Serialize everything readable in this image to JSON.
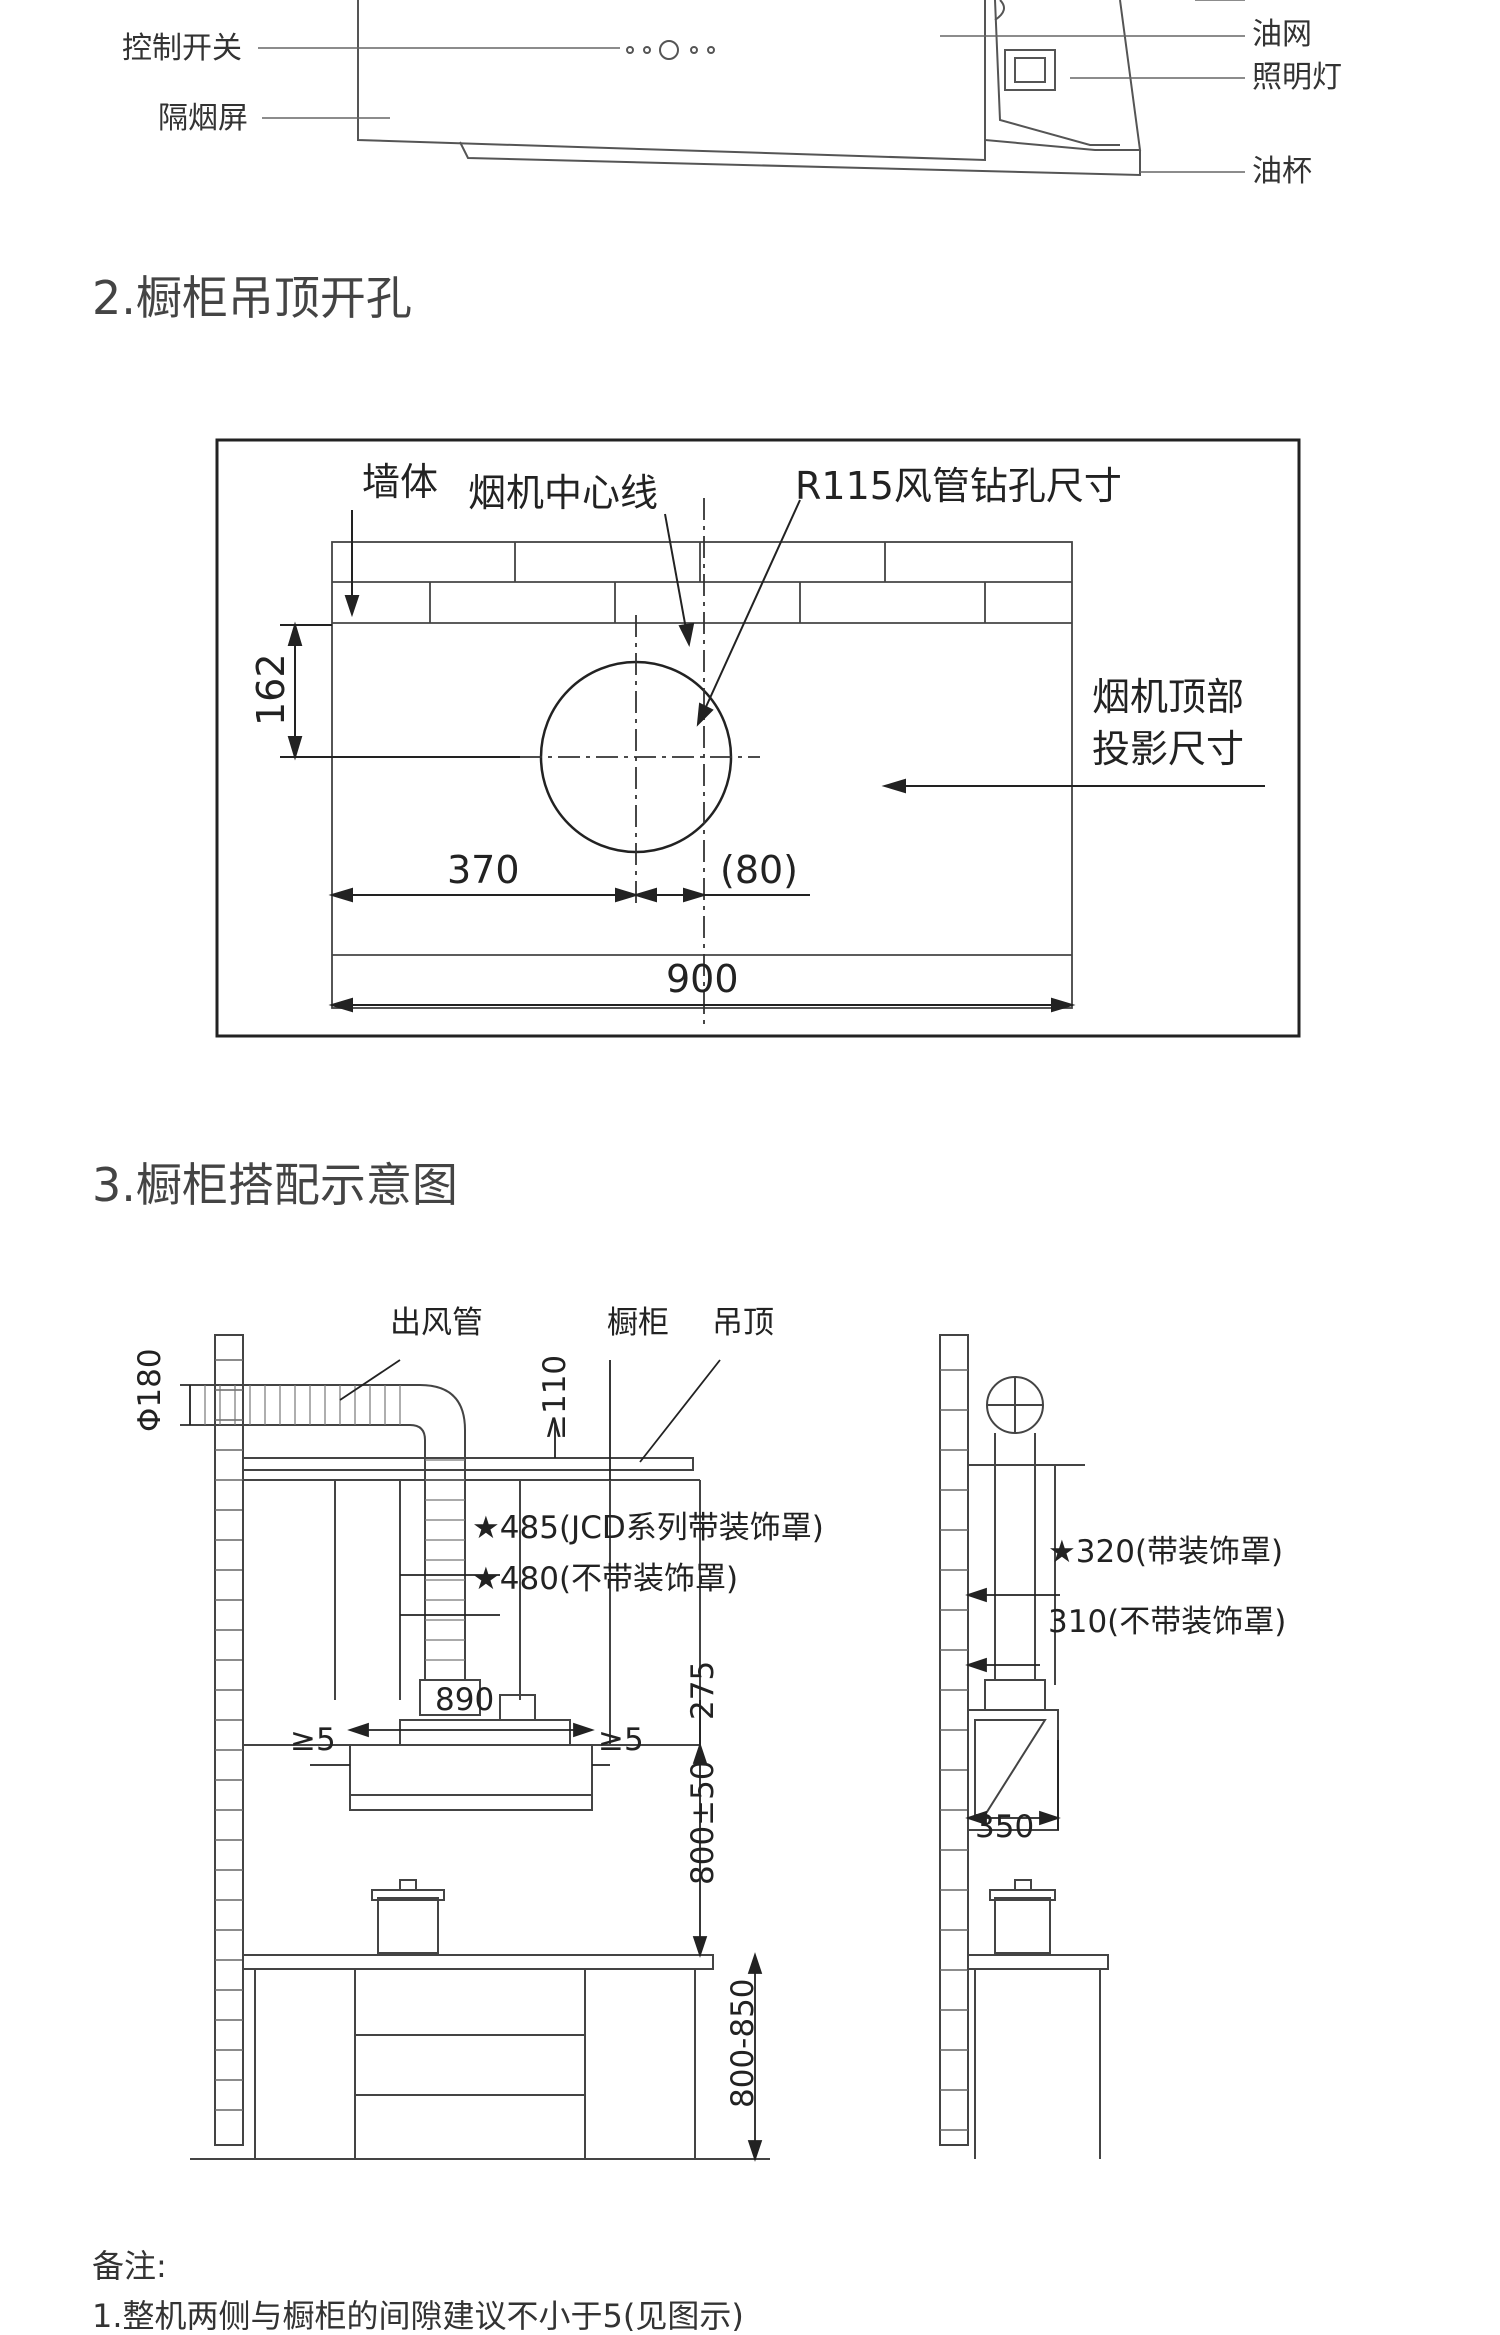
{
  "hood_parts": {
    "control_switch": "控制开关",
    "smoke_screen": "隔烟屏",
    "oil_net": "油网",
    "light": "照明灯",
    "oil_cup": "油杯"
  },
  "section2": {
    "title": "2.橱柜吊顶开孔",
    "wall": "墙体",
    "center_line": "烟机中心线",
    "drill": "R115风管钻孔尺寸",
    "projection_line1": "烟机顶部",
    "projection_line2": "投影尺寸",
    "dim_162": "162",
    "dim_370": "370",
    "dim_80": "(80)",
    "dim_900": "900"
  },
  "section3": {
    "title": "3.橱柜搭配示意图",
    "duct": "出风管",
    "cabinet": "橱柜",
    "ceiling": "吊顶",
    "phi180": "Φ180",
    "ge110": "≥110",
    "d485": "★485(JCD系列带装饰罩)",
    "d480": "★480(不带装饰罩)",
    "d890": "890",
    "d275": "275",
    "ge5_left": "≥5",
    "ge5_right": "≥5",
    "d800_50": "800±50",
    "d800_850": "800-850",
    "d320": "★320(带装饰罩)",
    "d310": "310(不带装饰罩)",
    "d350": "350"
  },
  "notes": {
    "label": "备注:",
    "line1": "1.整机两侧与橱柜的间隙建议不小于5(见图示)"
  }
}
